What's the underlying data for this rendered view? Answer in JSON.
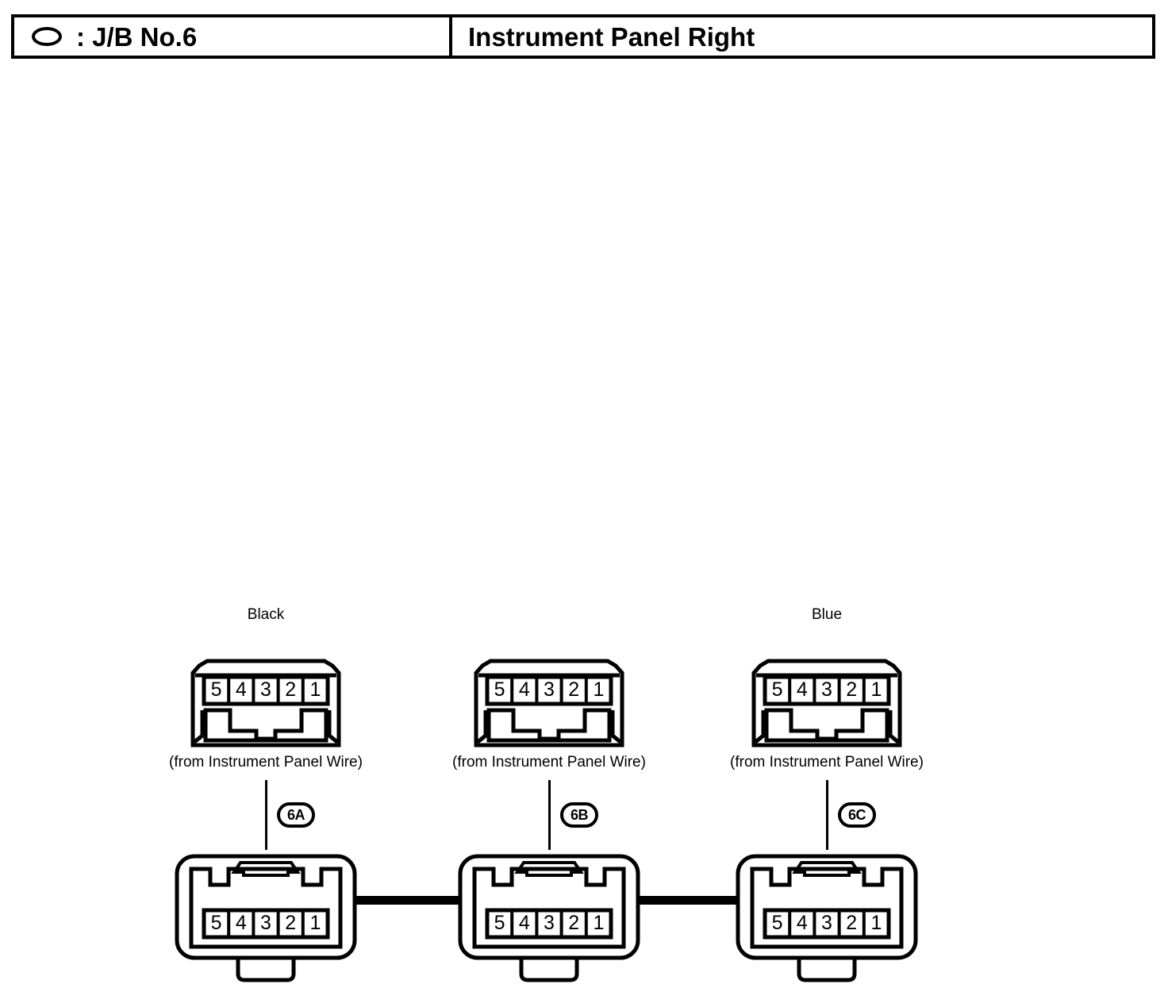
{
  "header": {
    "symbol_icon": "oval-icon",
    "left_label": ": J/B No.6",
    "right_label": "Instrument Panel Right"
  },
  "diagram": {
    "type": "connector-wiring-diagram",
    "pin_numbers": [
      "5",
      "4",
      "3",
      "2",
      "1"
    ],
    "columns": [
      {
        "id": "6A",
        "color_label": "Black",
        "from_caption": "(from Instrument Panel Wire)",
        "badge_label": "6A",
        "top_connector": {
          "style": "receptacle",
          "pins": [
            "5",
            "4",
            "3",
            "2",
            "1"
          ]
        },
        "bottom_connector": {
          "style": "plug",
          "pins": [
            "5",
            "4",
            "3",
            "2",
            "1"
          ]
        }
      },
      {
        "id": "6B",
        "color_label": "",
        "from_caption": "(from Instrument Panel Wire)",
        "badge_label": "6B",
        "top_connector": {
          "style": "receptacle",
          "pins": [
            "5",
            "4",
            "3",
            "2",
            "1"
          ]
        },
        "bottom_connector": {
          "style": "plug",
          "pins": [
            "5",
            "4",
            "3",
            "2",
            "1"
          ]
        }
      },
      {
        "id": "6C",
        "color_label": "Blue",
        "from_caption": "(from Instrument Panel Wire)",
        "badge_label": "6C",
        "top_connector": {
          "style": "receptacle",
          "pins": [
            "5",
            "4",
            "3",
            "2",
            "1"
          ]
        },
        "bottom_connector": {
          "style": "plug",
          "pins": [
            "5",
            "4",
            "3",
            "2",
            "1"
          ]
        }
      }
    ],
    "harness_links": [
      {
        "from": "6A",
        "to": "6B"
      },
      {
        "from": "6B",
        "to": "6C"
      }
    ]
  },
  "colors": {
    "ink": "#000000",
    "paper": "#ffffff"
  }
}
